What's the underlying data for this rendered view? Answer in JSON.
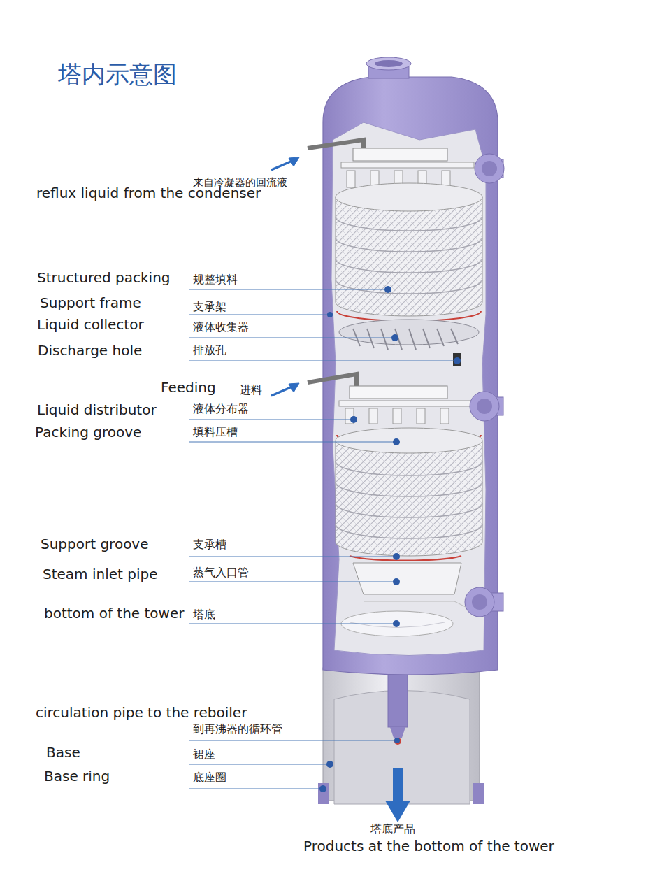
{
  "diagram": {
    "title": "塔内示意图",
    "labels": [
      "来自冷凝器的回流液",
      "reflux liquid from the condenser",
      "Structured packing",
      "规整填料",
      "Support frame",
      "支承架",
      "Liquid collector",
      "液体收集器",
      "Discharge hole",
      "排放孔",
      "Feeding",
      "进料",
      "Liquid distributor",
      "液体分布器",
      "Packing groove",
      "填料压槽",
      "Support groove",
      "支承槽",
      "Steam inlet pipe",
      "蒸气入口管",
      "bottom of the tower",
      "塔底",
      "circulation pipe to the reboiler",
      "到再沸器的循环管",
      "Base",
      "裙座",
      "Base ring",
      "底座圈",
      "塔底产品",
      "Products at the bottom of the tower"
    ]
  }
}
